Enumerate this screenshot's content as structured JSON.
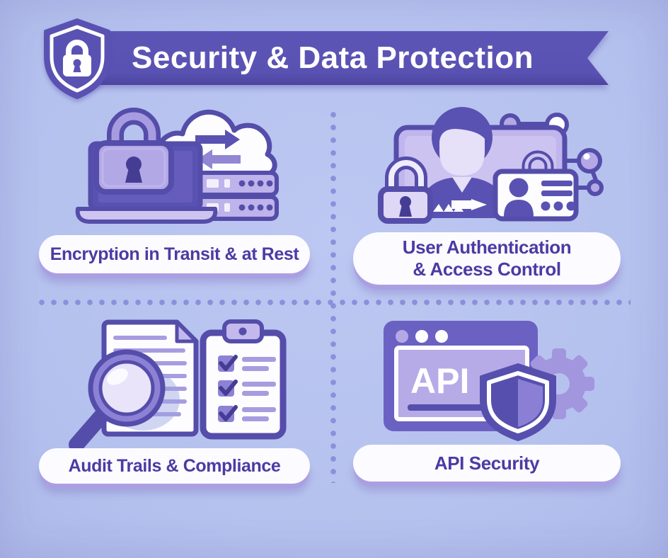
{
  "title": "Security & Data Protection",
  "header": {
    "icon": "shield-lock-icon",
    "banner_color": "#5a52b2"
  },
  "quadrants": {
    "encryption": {
      "label": "Encryption in Transit & at Rest",
      "icon": "laptop-lock-cloud-servers-illustration"
    },
    "authentication": {
      "label_line1": "User Authentication",
      "label_line2": "& Access Control",
      "icon": "user-screen-lock-key-idcard-illustration"
    },
    "audit": {
      "label": "Audit Trails & Compliance",
      "icon": "magnifier-document-checklist-illustration"
    },
    "api": {
      "label": "API Security",
      "window_text": "API",
      "icon": "browser-shield-gear-illustration"
    }
  },
  "colors": {
    "background": "#b6c2ee",
    "banner": "#5a52b2",
    "outline": "#554daa",
    "label_text": "#4b3ba3",
    "pill_background": "#fcfbff",
    "pill_shadow": "#ab9fe2",
    "mid_purple": "#b3a8e6",
    "light_panel": "#c8bfef",
    "divider_dot": "#8b90da",
    "white": "#fdfdff"
  }
}
